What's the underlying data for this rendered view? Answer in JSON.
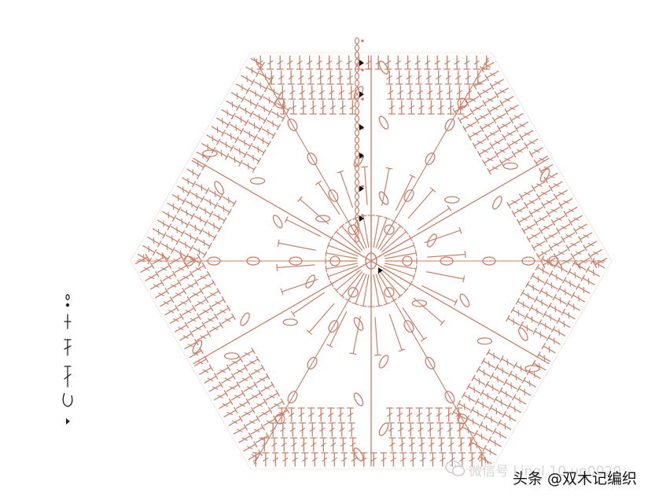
{
  "diagram": {
    "stitch_color": "#c8806a",
    "arrow_color": "#111111",
    "legend_color": "#222222",
    "shape": "hexagon-crochet-motif",
    "petals": 6,
    "legend_icons": [
      "chain-stitch-icon",
      "slip-stitch-icon",
      "single-crochet-icon",
      "half-double-crochet-icon",
      "double-crochet-icon",
      "chain-loop-icon",
      "start-arrow-icon"
    ]
  },
  "watermarks": {
    "wechat": "微信号 Lingl 10 un0020",
    "toutiao": "头条 @双木记编织"
  }
}
